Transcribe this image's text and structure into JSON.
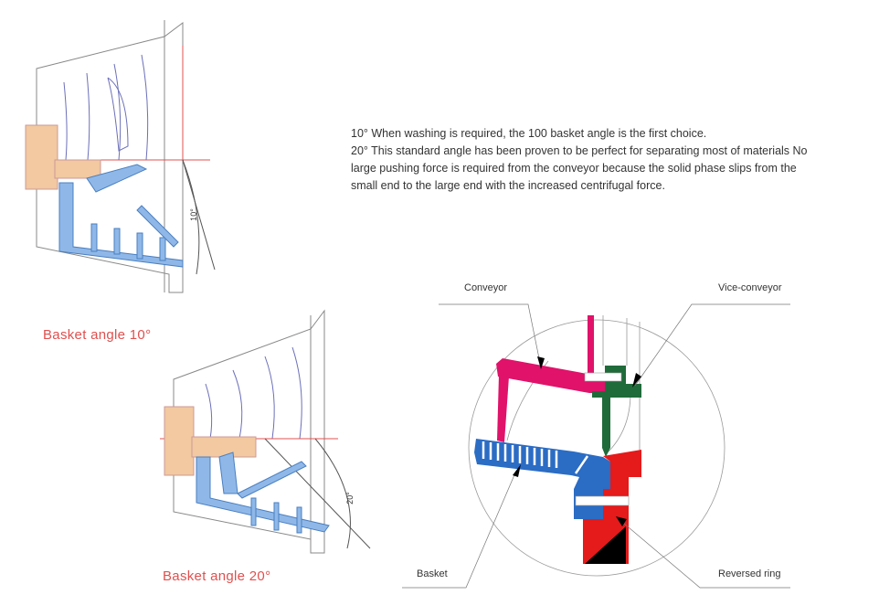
{
  "description": {
    "line1": "10° When washing is required, the 100 basket angle is the first choice.",
    "line2": "20° This standard angle has been proven to be perfect for separating most of materials No large pushing force is required from the conveyor because the solid phase slips from the small end to the large end with the increased centrifugal force."
  },
  "drawings": {
    "top_caption": "Basket angle 10°",
    "top_angle": "10°",
    "bottom_caption": "Basket angle 20°",
    "bottom_angle": "20°"
  },
  "detail": {
    "labels": {
      "conveyor": "Conveyor",
      "vice_conveyor": "Vice-conveyor",
      "basket": "Basket",
      "reversed_ring": "Reversed ring"
    },
    "colors": {
      "conveyor": "#e0126a",
      "vice_conveyor": "#1f6b3a",
      "basket": "#2b6cc4",
      "reversed_ring": "#e51a1a",
      "drawing_blue": "#8fb8e8",
      "drawing_wood": "#f2c9a0",
      "caption": "#e0504f"
    }
  }
}
